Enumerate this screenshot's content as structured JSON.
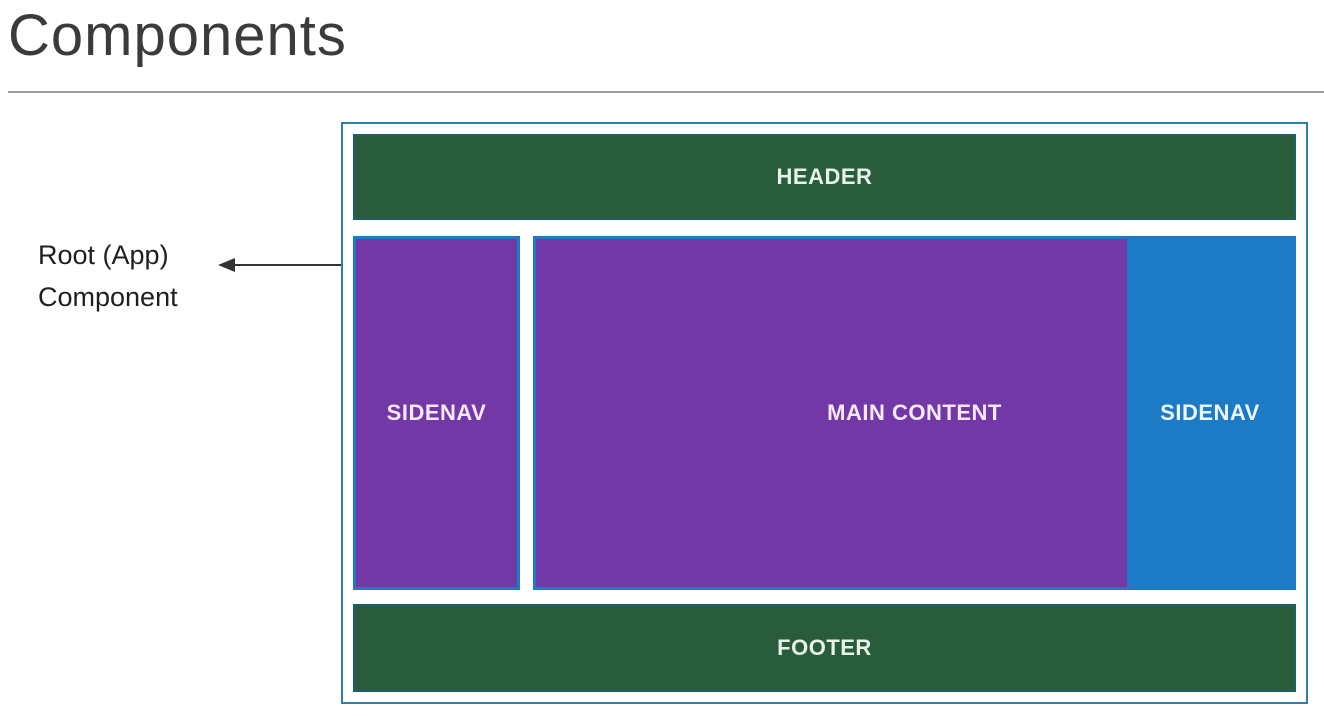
{
  "slide": {
    "title": "Components"
  },
  "annotation": {
    "line1": "Root (App)",
    "line2": "Component"
  },
  "diagram": {
    "header_label": "HEADER",
    "left_sidenav_label": "SIDENAV",
    "main_content_label": "MAIN CONTENT",
    "right_sidenav_label": "SIDENAV",
    "footer_label": "FOOTER",
    "colors": {
      "header_footer_green": "#285c3a",
      "purple": "#7238a6",
      "right_sidenav_blue": "#1d7ac5",
      "inner_box_border_blue": "#1e7ac4",
      "outer_box_border_blue": "#2c7fa6",
      "title_text": "#3b3b3b",
      "divider_gray": "#9d9d9d",
      "arrow_black": "#333333"
    }
  }
}
